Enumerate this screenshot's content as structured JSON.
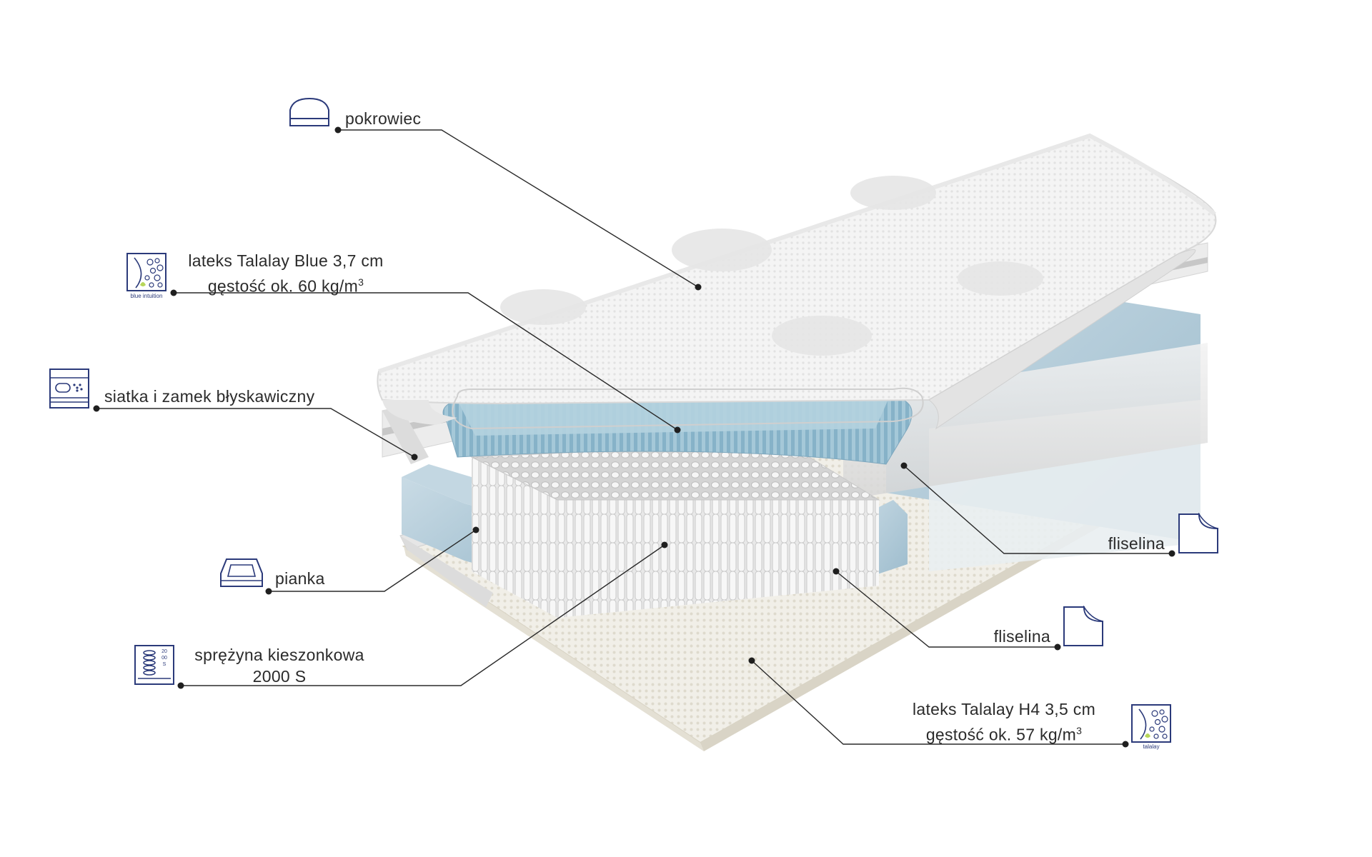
{
  "labels": {
    "cover": "pokrowiec",
    "latex_blue_line1": "lateks Talalay Blue 3,7 cm",
    "latex_blue_line2": "gęstość ok. 60 kg/m",
    "latex_blue_sup": "3",
    "mesh_zipper": "siatka i zamek błyskawiczny",
    "foam": "pianka",
    "pocket_spring_line1": "sprężyna kieszonkowa",
    "pocket_spring_line2": "2000 S",
    "nonwoven_top": "fliselina",
    "nonwoven_bottom": "fliselina",
    "latex_h4_line1": "lateks Talalay H4 3,5 cm",
    "latex_h4_line2": "gęstość ok. 57 kg/m",
    "latex_h4_sup": "3"
  },
  "icon_captions": {
    "blue_intuition": "blue intuition",
    "talalay": "talalay",
    "spring_count": "2000S"
  },
  "colors": {
    "icon_stroke": "#2b3a7a",
    "leader": "#2a2a2a",
    "latex_blue": "#8fb8cc",
    "foam_blue": "#a9c6d6"
  }
}
